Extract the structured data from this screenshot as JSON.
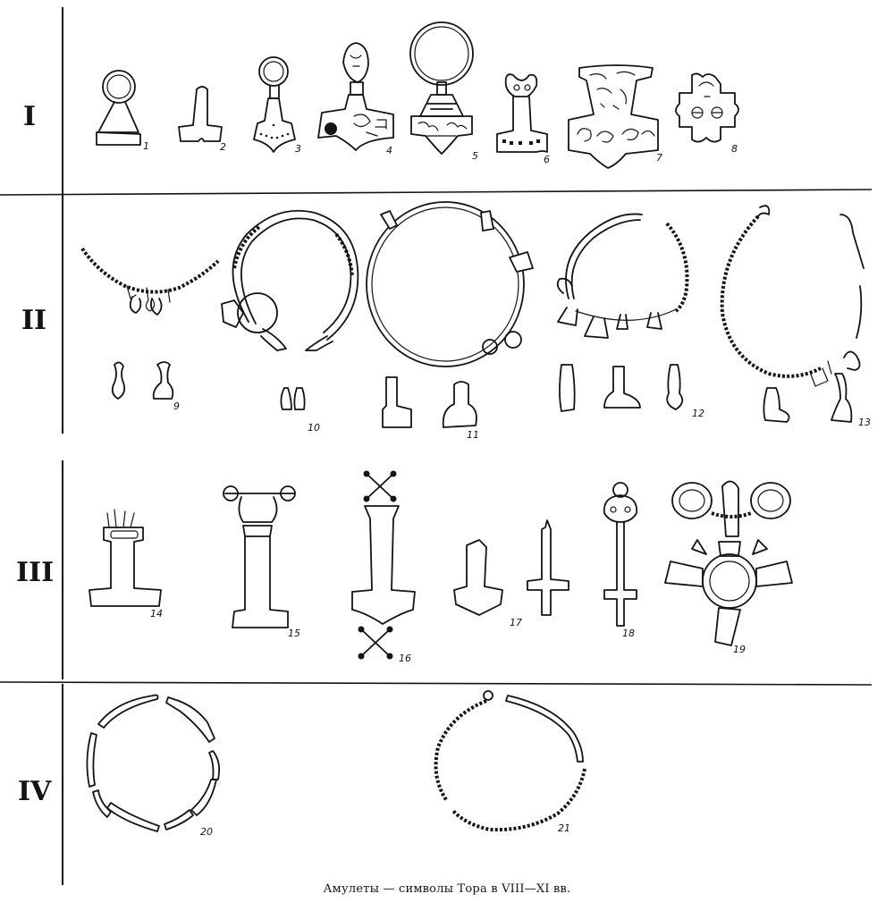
{
  "rows": [
    "I",
    "II",
    "III",
    "IV"
  ],
  "items": [
    "1",
    "2",
    "3",
    "4",
    "5",
    "6",
    "7",
    "8",
    "9",
    "10",
    "11",
    "12",
    "13",
    "14",
    "15",
    "16",
    "17",
    "18",
    "19",
    "20",
    "21"
  ],
  "caption": "Амулеты — символы Тора в VIII—XI вв."
}
